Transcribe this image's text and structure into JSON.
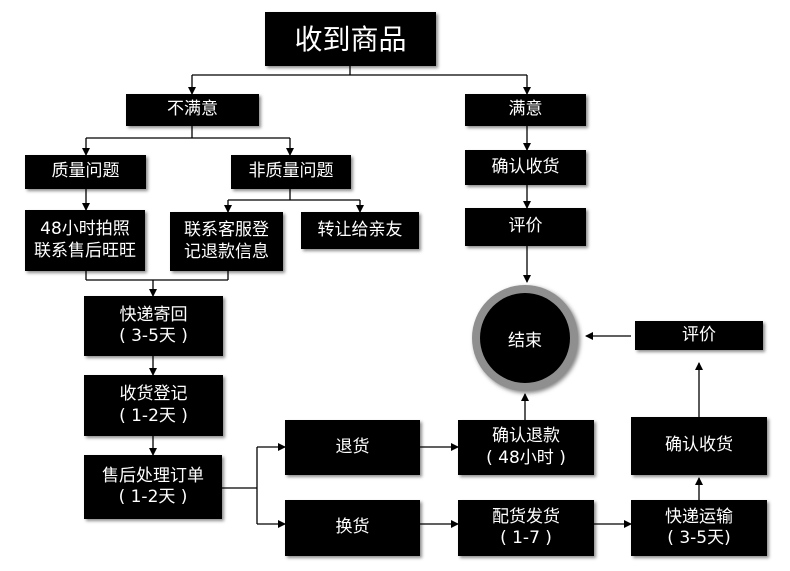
{
  "nodes": {
    "receive": "收到商品",
    "unsatisfied": "不满意",
    "satisfied": "满意",
    "quality_issue": "质量问题",
    "non_quality_issue": "非质量问题",
    "photo_48h": "48小时拍照\n联系售后旺旺",
    "contact_service": "联系客服登\n记退款信息",
    "transfer": "转让给亲友",
    "confirm_receipt_top": "确认收货",
    "review_top": "评价",
    "end": "结束",
    "review_right": "评价",
    "express_return": "快递寄回\n( 3-5天 )",
    "receipt_register": "收货登记\n( 1-2天 )",
    "aftersale_order": "售后处理订单\n( 1-2天 )",
    "return_goods": "退货",
    "exchange_goods": "换货",
    "confirm_refund": "确认退款\n( 48小时 )",
    "confirm_receipt_right": "确认收货",
    "ship_replacement": "配货发货\n( 1-7 )",
    "express_transit": "快递运输\n( 3-5天)"
  }
}
